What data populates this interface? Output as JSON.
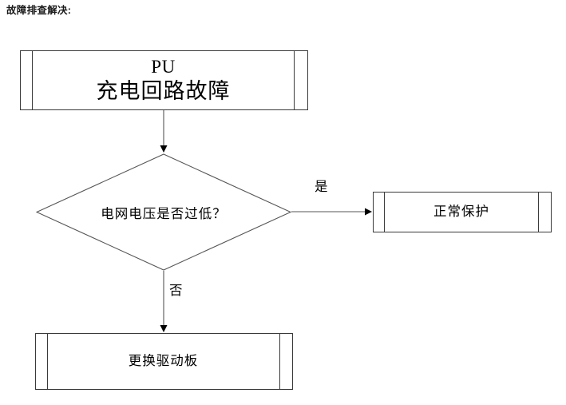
{
  "document": {
    "title": "故障排查解决:"
  },
  "flowchart": {
    "type": "flowchart",
    "nodes": [
      {
        "id": "fault",
        "shape": "predefined-process",
        "line_1": "PU",
        "line_2": "充电回路故障"
      },
      {
        "id": "decision-voltage",
        "shape": "decision",
        "text": "电网电压是否过低？"
      },
      {
        "id": "normal-protection",
        "shape": "predefined-process",
        "text": "正常保护"
      },
      {
        "id": "replace-driver",
        "shape": "predefined-process",
        "text": "更换驱动板"
      }
    ],
    "edges": [
      {
        "from": "fault",
        "to": "decision-voltage",
        "label": ""
      },
      {
        "from": "decision-voltage",
        "to": "normal-protection",
        "label": "是"
      },
      {
        "from": "decision-voltage",
        "to": "replace-driver",
        "label": "否"
      }
    ],
    "labels": {
      "yes": "是",
      "no": "否"
    },
    "colors": {
      "stroke": "#3a3a3a",
      "diamond_stroke": "#555555",
      "arrow": "#000000",
      "background": "#ffffff",
      "text": "#000000",
      "title_text": "#1a1a1a"
    }
  }
}
